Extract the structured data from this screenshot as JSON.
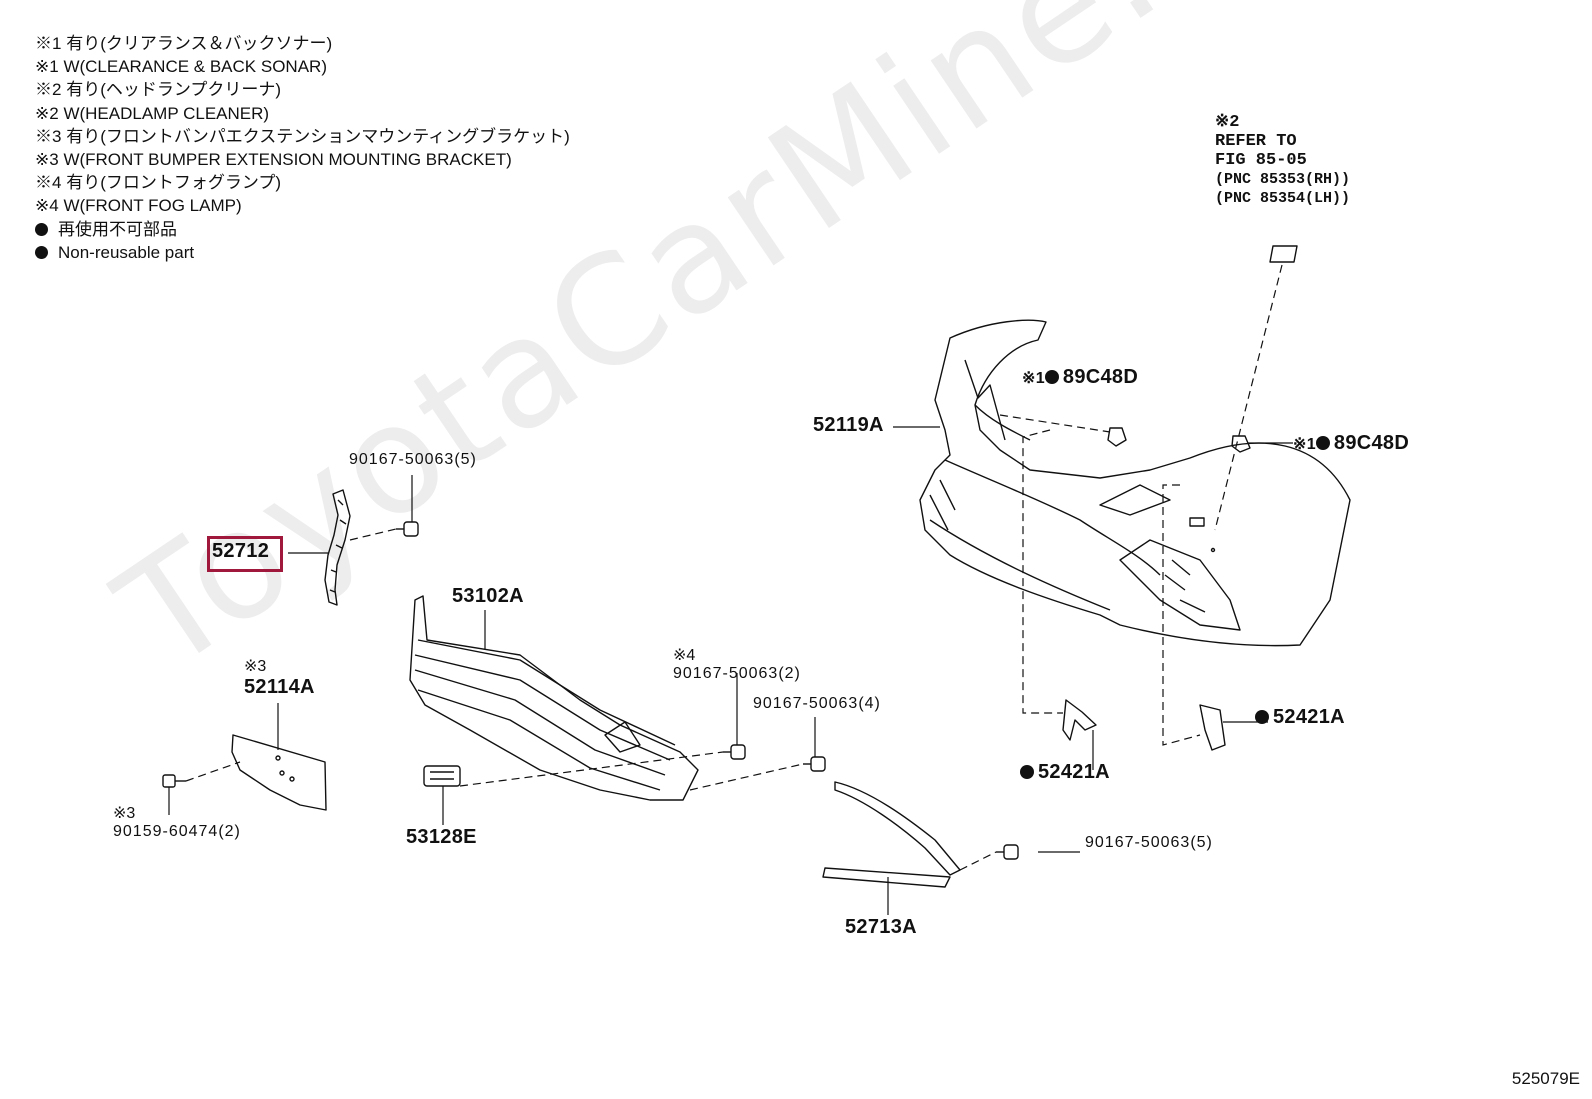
{
  "watermark": "ToyotaCarMine.ru",
  "legend": [
    {
      "mark": "※1",
      "text": "有り(クリアランス＆バックソナー)"
    },
    {
      "mark": "※1",
      "text": "W(CLEARANCE & BACK SONAR)"
    },
    {
      "mark": "※2",
      "text": "有り(ヘッドランプクリーナ)"
    },
    {
      "mark": "※2",
      "text": "W(HEADLAMP CLEANER)"
    },
    {
      "mark": "※3",
      "text": "有り(フロントバンパエクステンションマウンティングブラケット)"
    },
    {
      "mark": "※3",
      "text": "W(FRONT BUMPER EXTENSION MOUNTING BRACKET)"
    },
    {
      "mark": "※4",
      "text": "有り(フロントフォグランプ)"
    },
    {
      "mark": "※4",
      "text": "W(FRONT FOG LAMP)"
    },
    {
      "mark": "●",
      "text": "再使用不可部品"
    },
    {
      "mark": "●",
      "text": "Non-reusable part"
    }
  ],
  "refer": {
    "mark": "※2",
    "line1": "REFER TO",
    "line2": "FIG 85-05",
    "line3": "(PNC 85353(RH))",
    "line4": "(PNC 85354(LH))"
  },
  "parts": {
    "p52712": "52712",
    "p52119A": "52119A",
    "p89C48D_top": {
      "mark": "※1",
      "code": "89C48D"
    },
    "p89C48D_right": {
      "mark": "※1",
      "code": "89C48D"
    },
    "p90167_5_top": "90167-50063(5)",
    "p53102A": "53102A",
    "p52114A": {
      "mark": "※3",
      "code": "52114A"
    },
    "p90167_2": {
      "mark": "※4",
      "code": "90167-50063(2)"
    },
    "p90167_4": "90167-50063(4)",
    "p90159": {
      "mark": "※3",
      "code": "90159-60474(2)"
    },
    "p53128E": "53128E",
    "p52421A_left": "52421A",
    "p52421A_right": "52421A",
    "p90167_5_right": "90167-50063(5)",
    "p52713A": "52713A"
  },
  "figure_id": "525079E",
  "colors": {
    "highlight": "#a0183b",
    "line": "#111111",
    "watermark": "#ededed"
  }
}
